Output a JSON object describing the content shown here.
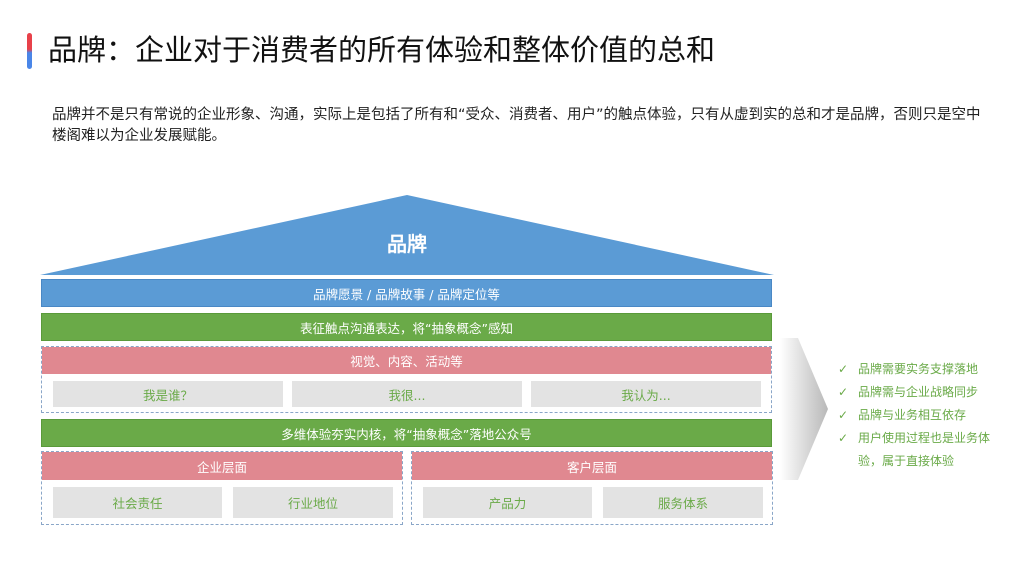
{
  "header": {
    "title": "品牌：企业对于消费者的所有体验和整体价值的总和"
  },
  "intro": "品牌并不是只有常说的企业形象、沟通，实际上是包括了所有和“受众、消费者、用户”的触点体验，只有从虚到实的总和才是品牌，否则只是空中楼阁难以为企业发展赋能。",
  "diagram": {
    "roof_label": "品牌",
    "band_vision": "品牌愿景 / 品牌故事 / 品牌定位等",
    "band_express": "表征触点沟通表达，将“抽象概念”感知",
    "band_visual": "视觉、内容、活动等",
    "identity_cells": [
      "我是谁？",
      "我很...",
      "我认为..."
    ],
    "band_ground": "多维体验夯实内核，将“抽象概念”落地公众号",
    "enterprise": {
      "label": "企业层面",
      "cells": [
        "社会责任",
        "行业地位"
      ]
    },
    "customer": {
      "label": "客户层面",
      "cells": [
        "产品力",
        "服务体系"
      ]
    }
  },
  "checklist": [
    "品牌需要实务支撑落地",
    "品牌需与企业战略同步",
    "品牌与业务相互依存",
    "用户使用过程也是业务体验，属于直接体验"
  ],
  "colors": {
    "blue": "#5b9bd5",
    "green": "#6aaa48",
    "pink": "#e08890",
    "cell_bg": "#e3e3e3"
  }
}
